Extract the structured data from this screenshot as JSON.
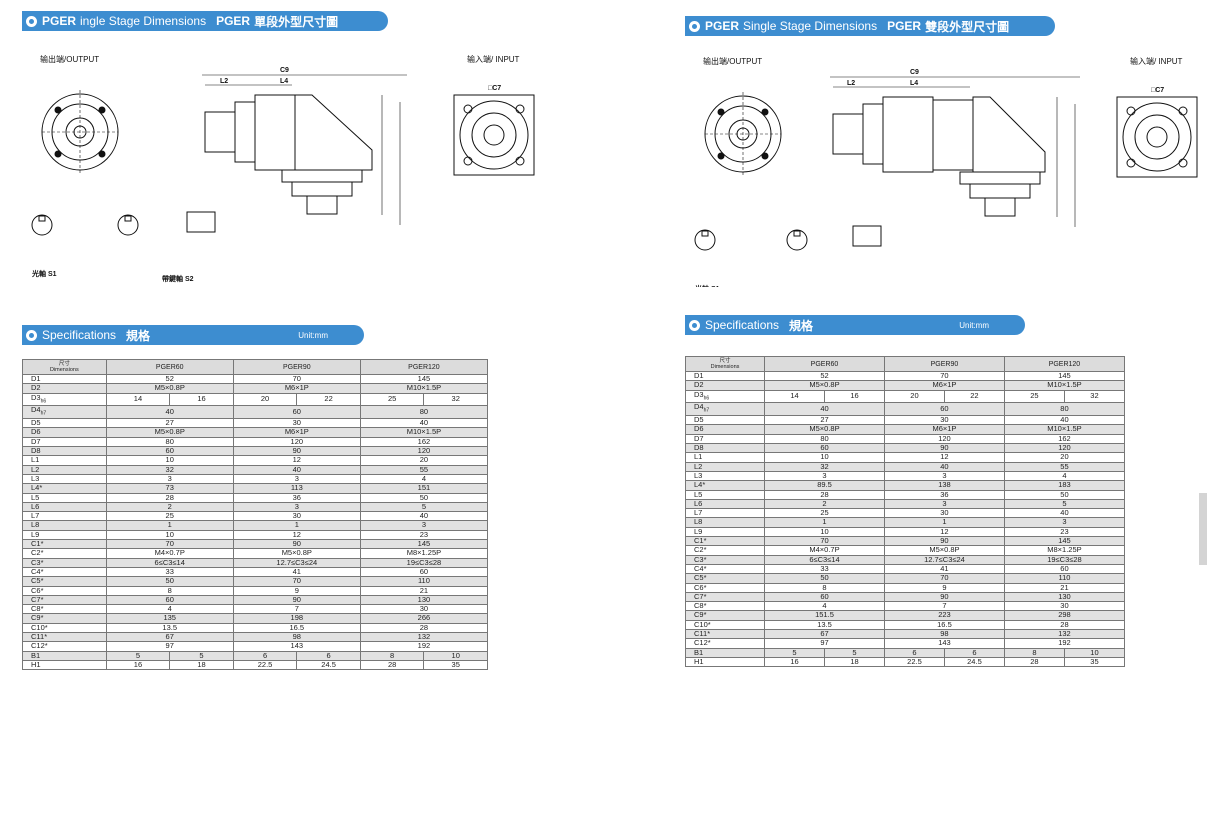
{
  "colors": {
    "accent": "#3d8dd0",
    "table_stripe": "#e2e2e2",
    "rule": "#777777"
  },
  "pages": [
    {
      "dim_title_model": "PGER",
      "dim_title_en": "ingle Stage Dimensions",
      "dim_title_model2": "PGER",
      "dim_title_cn": "單段外型尺寸圖",
      "output_label": "输出端/OUTPUT",
      "input_label": "输入端/ INPUT",
      "spec_title_en": "Specifications",
      "spec_title_cn": "規格",
      "unit": "Unit:mm",
      "table": {
        "header_cn": "尺寸",
        "header_en": "Dimensions",
        "models": [
          "PGER60",
          "PGER90",
          "PGER120"
        ],
        "rows": [
          {
            "name": "D1",
            "v": [
              "52",
              "70",
              "145"
            ]
          },
          {
            "name": "D2",
            "v": [
              "M5×0.8P",
              "M6×1P",
              "M10×1.5P"
            ]
          },
          {
            "name": "D3",
            "sub": "h6",
            "split": [
              [
                "14",
                "16"
              ],
              [
                "20",
                "22"
              ],
              [
                "25",
                "32"
              ]
            ]
          },
          {
            "name": "D4",
            "sub": "h7",
            "v": [
              "40",
              "60",
              "80"
            ]
          },
          {
            "name": "D5",
            "v": [
              "27",
              "30",
              "40"
            ]
          },
          {
            "name": "D6",
            "v": [
              "M5×0.8P",
              "M6×1P",
              "M10×1.5P"
            ]
          },
          {
            "name": "D7",
            "v": [
              "80",
              "120",
              "162"
            ]
          },
          {
            "name": "D8",
            "v": [
              "60",
              "90",
              "120"
            ]
          },
          {
            "name": "L1",
            "v": [
              "10",
              "12",
              "20"
            ]
          },
          {
            "name": "L2",
            "v": [
              "32",
              "40",
              "55"
            ]
          },
          {
            "name": "L3",
            "v": [
              "3",
              "3",
              "4"
            ]
          },
          {
            "name": "L4*",
            "v": [
              "73",
              "113",
              "151"
            ]
          },
          {
            "name": "L5",
            "v": [
              "28",
              "36",
              "50"
            ]
          },
          {
            "name": "L6",
            "v": [
              "2",
              "3",
              "5"
            ]
          },
          {
            "name": "L7",
            "v": [
              "25",
              "30",
              "40"
            ]
          },
          {
            "name": "L8",
            "v": [
              "1",
              "1",
              "3"
            ]
          },
          {
            "name": "L9",
            "v": [
              "10",
              "12",
              "23"
            ]
          },
          {
            "name": "C1*",
            "v": [
              "70",
              "90",
              "145"
            ]
          },
          {
            "name": "C2*",
            "v": [
              "M4×0.7P",
              "M5×0.8P",
              "M8×1.25P"
            ]
          },
          {
            "name": "C3*",
            "v": [
              "6≤C3≤14",
              "12.7≤C3≤24",
              "19≤C3≤28"
            ]
          },
          {
            "name": "C4*",
            "v": [
              "33",
              "41",
              "60"
            ]
          },
          {
            "name": "C5*",
            "v": [
              "50",
              "70",
              "110"
            ]
          },
          {
            "name": "C6*",
            "v": [
              "8",
              "9",
              "21"
            ]
          },
          {
            "name": "C7*",
            "v": [
              "60",
              "90",
              "130"
            ]
          },
          {
            "name": "C8*",
            "v": [
              "4",
              "7",
              "30"
            ]
          },
          {
            "name": "C9*",
            "v": [
              "135",
              "198",
              "266"
            ]
          },
          {
            "name": "C10*",
            "v": [
              "13.5",
              "16.5",
              "28"
            ]
          },
          {
            "name": "C11*",
            "v": [
              "67",
              "98",
              "132"
            ]
          },
          {
            "name": "C12*",
            "v": [
              "97",
              "143",
              "192"
            ]
          },
          {
            "name": "B1",
            "split": [
              [
                "5",
                "5"
              ],
              [
                "6",
                "6"
              ],
              [
                "8",
                "10"
              ]
            ]
          },
          {
            "name": "H1",
            "split": [
              [
                "16",
                "18"
              ],
              [
                "22.5",
                "24.5"
              ],
              [
                "28",
                "35"
              ]
            ]
          }
        ]
      }
    },
    {
      "dim_title_model": "PGER",
      "dim_title_en": "Single Stage Dimensions",
      "dim_title_model2": "PGER",
      "dim_title_cn": "雙段外型尺寸圖",
      "output_label": "输出端/OUTPUT",
      "input_label": "输入端/ INPUT",
      "spec_title_en": "Specifications",
      "spec_title_cn": "規格",
      "unit": "Unit:mm",
      "table": {
        "header_cn": "尺寸",
        "header_en": "Dimensions",
        "models": [
          "PGER60",
          "PGER90",
          "PGER120"
        ],
        "rows": [
          {
            "name": "D1",
            "v": [
              "52",
              "70",
              "145"
            ]
          },
          {
            "name": "D2",
            "v": [
              "M5×0.8P",
              "M6×1P",
              "M10×1.5P"
            ]
          },
          {
            "name": "D3",
            "sub": "h6",
            "split": [
              [
                "14",
                "16"
              ],
              [
                "20",
                "22"
              ],
              [
                "25",
                "32"
              ]
            ]
          },
          {
            "name": "D4",
            "sub": "h7",
            "v": [
              "40",
              "60",
              "80"
            ]
          },
          {
            "name": "D5",
            "v": [
              "27",
              "30",
              "40"
            ]
          },
          {
            "name": "D6",
            "v": [
              "M5×0.8P",
              "M6×1P",
              "M10×1.5P"
            ]
          },
          {
            "name": "D7",
            "v": [
              "80",
              "120",
              "162"
            ]
          },
          {
            "name": "D8",
            "v": [
              "60",
              "90",
              "120"
            ]
          },
          {
            "name": "L1",
            "v": [
              "10",
              "12",
              "20"
            ]
          },
          {
            "name": "L2",
            "v": [
              "32",
              "40",
              "55"
            ]
          },
          {
            "name": "L3",
            "v": [
              "3",
              "3",
              "4"
            ]
          },
          {
            "name": "L4*",
            "v": [
              "89.5",
              "138",
              "183"
            ]
          },
          {
            "name": "L5",
            "v": [
              "28",
              "36",
              "50"
            ]
          },
          {
            "name": "L6",
            "v": [
              "2",
              "3",
              "5"
            ]
          },
          {
            "name": "L7",
            "v": [
              "25",
              "30",
              "40"
            ]
          },
          {
            "name": "L8",
            "v": [
              "1",
              "1",
              "3"
            ]
          },
          {
            "name": "L9",
            "v": [
              "10",
              "12",
              "23"
            ]
          },
          {
            "name": "C1*",
            "v": [
              "70",
              "90",
              "145"
            ]
          },
          {
            "name": "C2*",
            "v": [
              "M4×0.7P",
              "M5×0.8P",
              "M8×1.25P"
            ]
          },
          {
            "name": "C3*",
            "v": [
              "6≤C3≤14",
              "12.7≤C3≤24",
              "19≤C3≤28"
            ]
          },
          {
            "name": "C4*",
            "v": [
              "33",
              "41",
              "60"
            ]
          },
          {
            "name": "C5*",
            "v": [
              "50",
              "70",
              "110"
            ]
          },
          {
            "name": "C6*",
            "v": [
              "8",
              "9",
              "21"
            ]
          },
          {
            "name": "C7*",
            "v": [
              "60",
              "90",
              "130"
            ]
          },
          {
            "name": "C8*",
            "v": [
              "4",
              "7",
              "30"
            ]
          },
          {
            "name": "C9*",
            "v": [
              "151.5",
              "223",
              "298"
            ]
          },
          {
            "name": "C10*",
            "v": [
              "13.5",
              "16.5",
              "28"
            ]
          },
          {
            "name": "C11*",
            "v": [
              "67",
              "98",
              "132"
            ]
          },
          {
            "name": "C12*",
            "v": [
              "97",
              "143",
              "192"
            ]
          },
          {
            "name": "B1",
            "split": [
              [
                "5",
                "5"
              ],
              [
                "6",
                "6"
              ],
              [
                "8",
                "10"
              ]
            ]
          },
          {
            "name": "H1",
            "split": [
              [
                "16",
                "18"
              ],
              [
                "22.5",
                "24.5"
              ],
              [
                "28",
                "35"
              ]
            ]
          }
        ]
      }
    }
  ]
}
